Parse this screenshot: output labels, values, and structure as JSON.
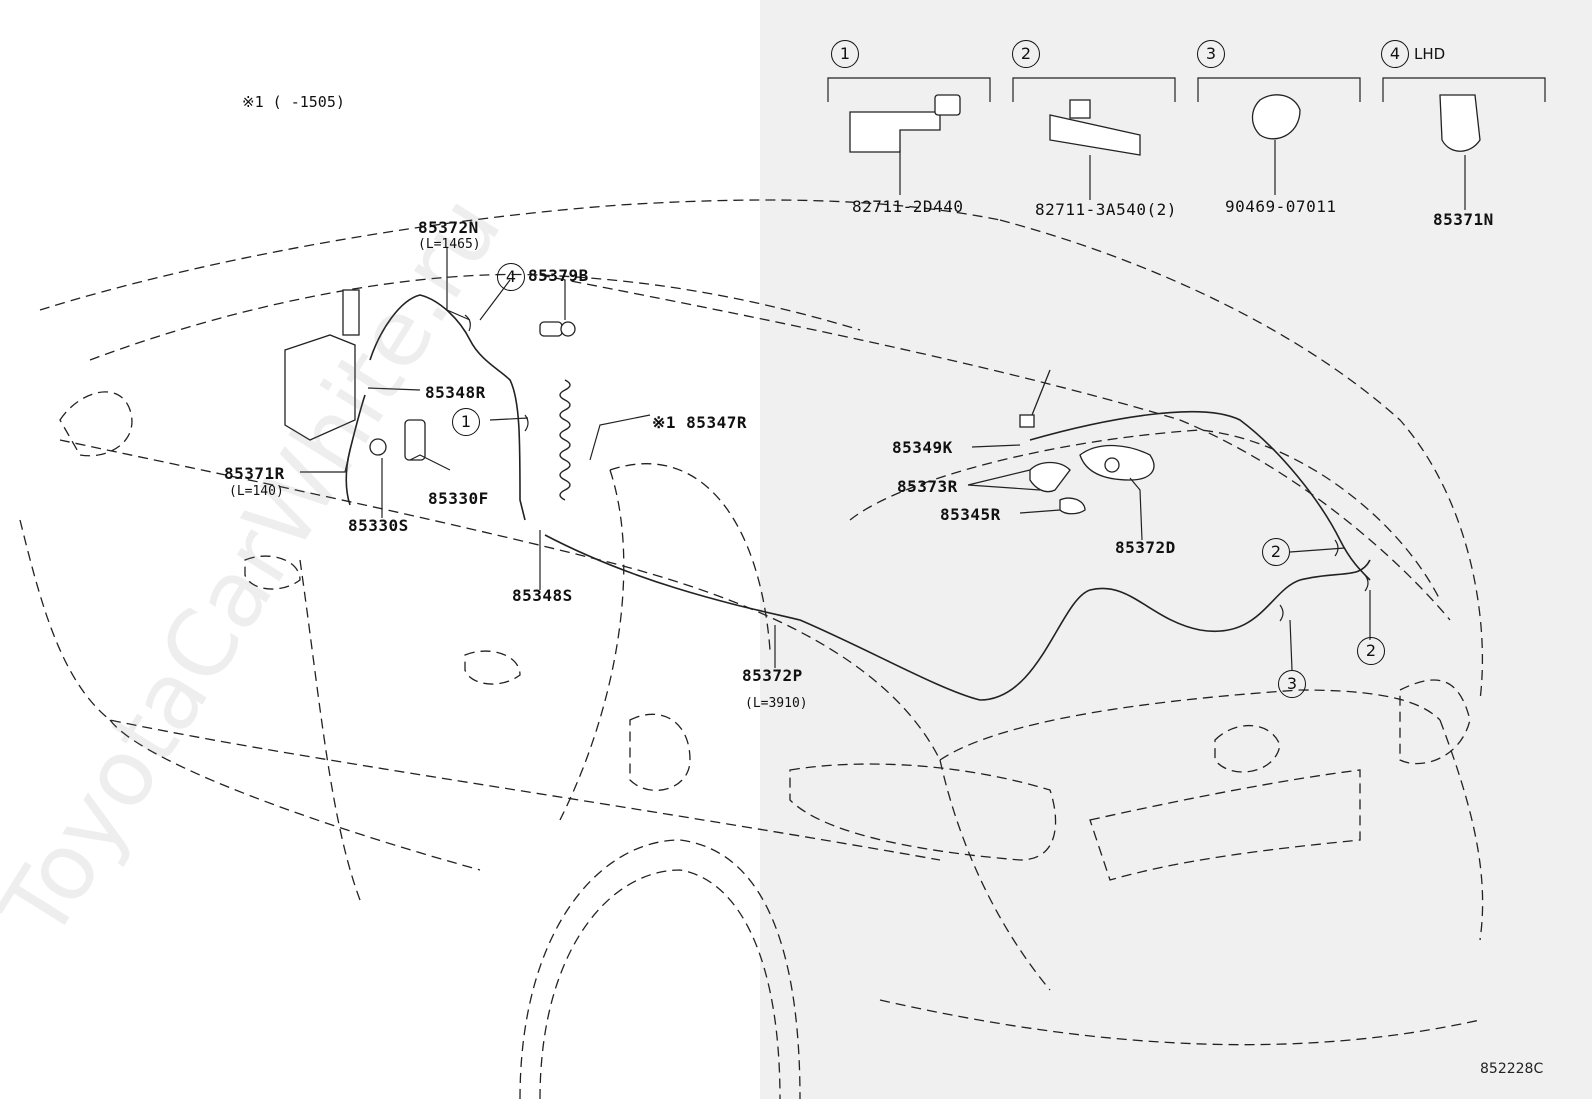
{
  "watermark": "ToyotaCarWhite.ru",
  "note": "※1 (      -1505)",
  "diagram_id": "852228C",
  "legend": [
    {
      "num": "1",
      "part": "82711-2D440"
    },
    {
      "num": "2",
      "part": "82711-3A540(2)"
    },
    {
      "num": "3",
      "part": "90469-07011"
    },
    {
      "num": "4",
      "part": "85371N",
      "tag": "LHD"
    }
  ],
  "parts": {
    "p85372N": "85372N",
    "p85372N_len": "(L=1465)",
    "p85379B": "85379B",
    "p85348R": "85348R",
    "p85347R": "※1 85347R",
    "p85371R": "85371R",
    "p85371R_len": "(L=140)",
    "p85330F": "85330F",
    "p85330S": "85330S",
    "p85348S": "85348S",
    "p85372P": "85372P",
    "p85372P_len": "(L=3910)",
    "p85349K": "85349K",
    "p85373R": "85373R",
    "p85345R": "85345R",
    "p85372D": "85372D"
  },
  "callouts": {
    "c4": "4",
    "c1": "1",
    "c2a": "2",
    "c2b": "2",
    "c3": "3"
  }
}
